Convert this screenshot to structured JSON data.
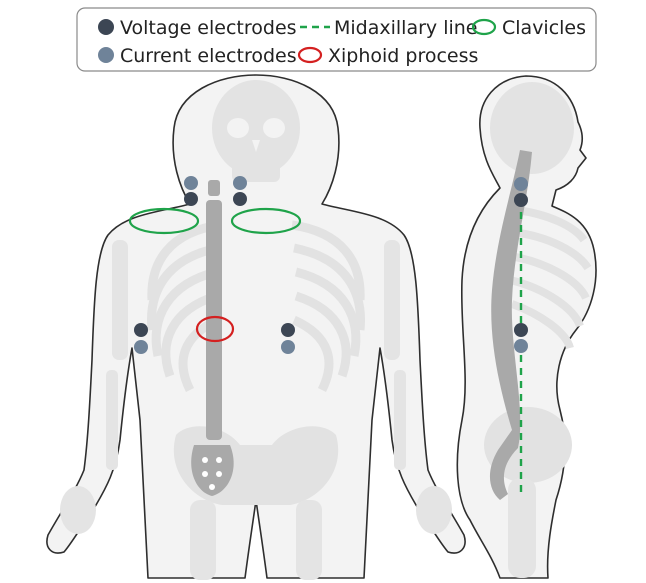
{
  "legend": {
    "items": [
      {
        "id": "voltage",
        "label": "Voltage electrodes",
        "marker": "dot",
        "color": "#3c4654"
      },
      {
        "id": "midaxillary",
        "label": "Midaxillary line",
        "marker": "dashed-line",
        "color": "#1fa34a"
      },
      {
        "id": "clavicles",
        "label": "Clavicles",
        "marker": "ellipse-outline",
        "color": "#1fa34a"
      },
      {
        "id": "current",
        "label": "Current electrodes",
        "marker": "dot",
        "color": "#6f8399"
      },
      {
        "id": "xiphoid",
        "label": "Xiphoid process",
        "marker": "ellipse-outline",
        "color": "#d42020"
      }
    ]
  },
  "colors": {
    "body_fill": "#f3f3f3",
    "body_outline": "#2e2e2e",
    "bone": "#e1e1e1",
    "spine": "#a9a9a9",
    "voltage": "#3c4654",
    "current": "#6f8399",
    "clavicle_ring": "#1fa34a",
    "xiphoid_ring": "#d42020",
    "midaxillary": "#1fa34a"
  },
  "views": {
    "front": {
      "voltage_electrodes": [
        "upper-left",
        "upper-right",
        "left-side",
        "right-side"
      ],
      "current_electrodes": [
        "neck-left",
        "neck-right",
        "left-side-lower",
        "right-side-lower"
      ]
    },
    "side": {
      "voltage_electrodes": [
        "neck-lower",
        "midaxillary-mid"
      ],
      "current_electrodes": [
        "neck-upper",
        "midaxillary-lower"
      ]
    }
  }
}
